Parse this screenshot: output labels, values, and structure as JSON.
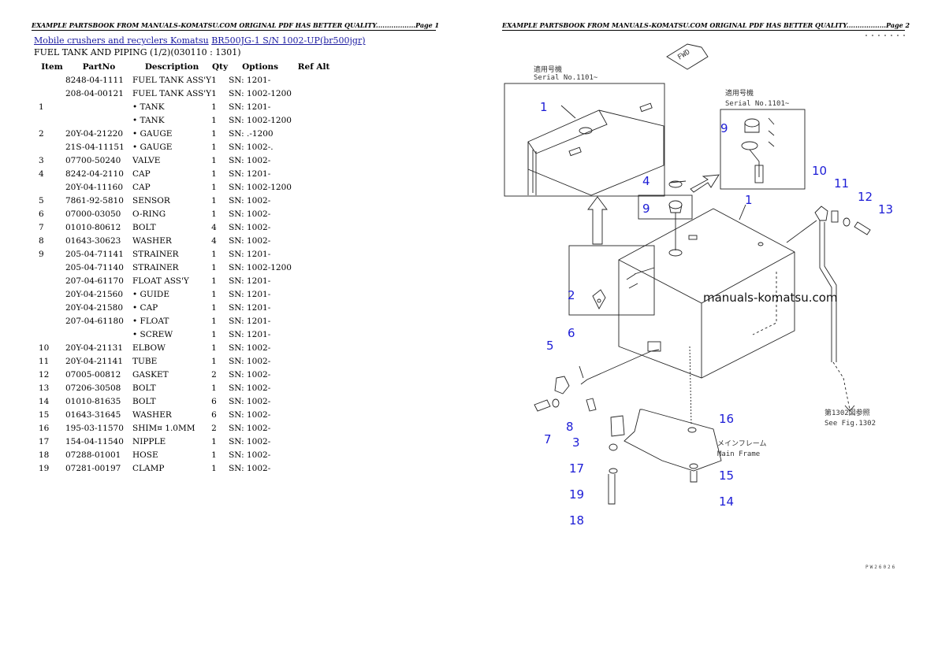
{
  "left_page": {
    "header": "EXAMPLE PARTSBOOK FROM MANUALS-KOMATSU.COM ORIGINAL PDF HAS BETTER QUALITY..................Page 1",
    "link_category": "Mobile crushers and recyclers Komatsu",
    "link_model": "BR500JG-1 S/N 1002-UP(br500jgr)",
    "subtitle": "FUEL TANK AND PIPING (1/2)(030110 : 1301)",
    "columns": [
      "Item",
      "PartNo",
      "Description",
      "Qty",
      "Options",
      "Ref Alt"
    ],
    "rows": [
      {
        "item": "",
        "part": "8248-04-1111",
        "desc": "FUEL TANK ASS'Y",
        "qty": "1",
        "opt": "SN: 1201-"
      },
      {
        "item": "",
        "part": "208-04-00121",
        "desc": "FUEL TANK ASS'Y",
        "qty": "1",
        "opt": "SN: 1002-1200"
      },
      {
        "item": "1",
        "part": "",
        "desc": "• TANK",
        "qty": "1",
        "opt": "SN: 1201-"
      },
      {
        "item": "",
        "part": "",
        "desc": "• TANK",
        "qty": "1",
        "opt": "SN: 1002-1200"
      },
      {
        "item": "2",
        "part": "20Y-04-21220",
        "desc": "• GAUGE",
        "qty": "1",
        "opt": "SN: .-1200"
      },
      {
        "item": "",
        "part": "21S-04-11151",
        "desc": "• GAUGE",
        "qty": "1",
        "opt": "SN: 1002-."
      },
      {
        "item": "3",
        "part": "07700-50240",
        "desc": "VALVE",
        "qty": "1",
        "opt": "SN: 1002-"
      },
      {
        "item": "4",
        "part": "8242-04-2110",
        "desc": "CAP",
        "qty": "1",
        "opt": "SN: 1201-"
      },
      {
        "item": "",
        "part": "20Y-04-11160",
        "desc": "CAP",
        "qty": "1",
        "opt": "SN: 1002-1200"
      },
      {
        "item": "5",
        "part": "7861-92-5810",
        "desc": "SENSOR",
        "qty": "1",
        "opt": "SN: 1002-"
      },
      {
        "item": "6",
        "part": "07000-03050",
        "desc": "O-RING",
        "qty": "1",
        "opt": "SN: 1002-"
      },
      {
        "item": "7",
        "part": "01010-80612",
        "desc": "BOLT",
        "qty": "4",
        "opt": "SN: 1002-"
      },
      {
        "item": "8",
        "part": "01643-30623",
        "desc": "WASHER",
        "qty": "4",
        "opt": "SN: 1002-"
      },
      {
        "item": "9",
        "part": "205-04-71141",
        "desc": "STRAINER",
        "qty": "1",
        "opt": "SN: 1201-"
      },
      {
        "item": "",
        "part": "205-04-71140",
        "desc": "STRAINER",
        "qty": "1",
        "opt": "SN: 1002-1200"
      },
      {
        "item": "",
        "part": "207-04-61170",
        "desc": "FLOAT ASS'Y",
        "qty": "1",
        "opt": "SN: 1201-"
      },
      {
        "item": "",
        "part": "20Y-04-21560",
        "desc": "• GUIDE",
        "qty": "1",
        "opt": "SN: 1201-"
      },
      {
        "item": "",
        "part": "20Y-04-21580",
        "desc": "• CAP",
        "qty": "1",
        "opt": "SN: 1201-"
      },
      {
        "item": "",
        "part": "207-04-61180",
        "desc": "• FLOAT",
        "qty": "1",
        "opt": "SN: 1201-"
      },
      {
        "item": "",
        "part": "",
        "desc": "• SCREW",
        "qty": "1",
        "opt": "SN: 1201-"
      },
      {
        "item": "10",
        "part": "20Y-04-21131",
        "desc": "ELBOW",
        "qty": "1",
        "opt": "SN: 1002-"
      },
      {
        "item": "11",
        "part": "20Y-04-21141",
        "desc": "TUBE",
        "qty": "1",
        "opt": "SN: 1002-"
      },
      {
        "item": "12",
        "part": "07005-00812",
        "desc": "GASKET",
        "qty": "2",
        "opt": "SN: 1002-"
      },
      {
        "item": "13",
        "part": "07206-30508",
        "desc": "BOLT",
        "qty": "1",
        "opt": "SN: 1002-"
      },
      {
        "item": "14",
        "part": "01010-81635",
        "desc": "BOLT",
        "qty": "6",
        "opt": "SN: 1002-"
      },
      {
        "item": "15",
        "part": "01643-31645",
        "desc": "WASHER",
        "qty": "6",
        "opt": "SN: 1002-"
      },
      {
        "item": "16",
        "part": "195-03-11570",
        "desc": "SHIM¤ 1.0MM",
        "qty": "2",
        "opt": "SN: 1002-"
      },
      {
        "item": "17",
        "part": "154-04-11540",
        "desc": "NIPPLE",
        "qty": "1",
        "opt": "SN: 1002-"
      },
      {
        "item": "18",
        "part": "07288-01001",
        "desc": "HOSE",
        "qty": "1",
        "opt": "SN: 1002-"
      },
      {
        "item": "19",
        "part": "07281-00197",
        "desc": "CLAMP",
        "qty": "1",
        "opt": "SN: 1002-"
      }
    ]
  },
  "right_page": {
    "header": "EXAMPLE PARTSBOOK FROM MANUALS-KOMATSU.COM ORIGINAL PDF HAS BETTER QUALITY..................Page 2",
    "drawing": {
      "serial_jp_1": "適用号機",
      "serial_en_1": "Serial No.1101~",
      "serial_jp_2": "適用号機",
      "serial_en_2": "Serial No.1101~",
      "fwd_label": "FWD",
      "watermark": "manuals-komatsu.com",
      "see_fig_jp": "第1302図参照",
      "see_fig_en": "See Fig.1302",
      "main_frame_jp": "メインフレーム",
      "main_frame_en": "Main Frame",
      "drawing_code": "PW26026",
      "callouts": [
        "1",
        "1",
        "2",
        "3",
        "4",
        "5",
        "6",
        "7",
        "8",
        "9",
        "9",
        "10",
        "11",
        "12",
        "13",
        "14",
        "15",
        "16",
        "17",
        "18",
        "19"
      ]
    }
  }
}
